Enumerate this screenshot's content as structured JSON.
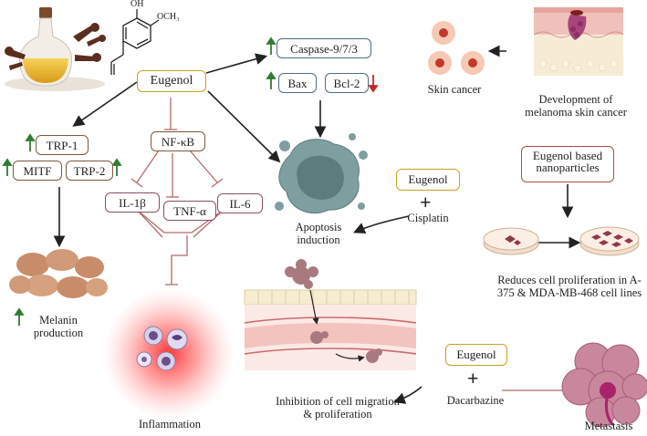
{
  "nodes": {
    "eugenol_center": "Eugenol",
    "caspase": "Caspase-9/7/3",
    "bax": "Bax",
    "bcl2": "Bcl-2",
    "nfkb": "NF-κB",
    "il1b": "IL-1β",
    "tnfa": "TNF-α",
    "il6": "IL-6",
    "trp1": "TRP-1",
    "mitf": "MITF",
    "trp2": "TRP-2",
    "eugenol_cisplatin": "Eugenol",
    "eugenol_dacarbazine": "Eugenol",
    "nanoparticles": "Eugenol based nanoparticles",
    "methoxy": "OCH₃",
    "hydroxyl": "OH"
  },
  "labels": {
    "skin_cancer": "Skin cancer",
    "development": "Development of melanoma skin cancer",
    "apoptosis": "Apoptosis induction",
    "cisplatin": "Cisplatin",
    "reduces_prolif": "Reduces cell proliferation in A-375 & MDA-MB-468 cell lines",
    "melanin": "Melanin production",
    "inflammation": "Inflammation",
    "inhibition": "Inhibition of cell migration & proliferation",
    "dacarbazine": "Dacarbazine",
    "metastasis": "Metastasis"
  },
  "colors": {
    "up_arrow": "#2e7d32",
    "down_arrow": "#c62828",
    "inhibit_line": "#b56a6a",
    "arrow": "#222222",
    "eugenol_border": "#c9a21f",
    "inflammation_glow": "#ff3b3b",
    "skin_pink": "#e9b9b3",
    "tumor_purple": "#a8457a",
    "cell_gray": "#7f9ea0"
  },
  "icons": [
    "clove-oil-icon",
    "eugenol-structure-icon",
    "apoptotic-cell-icon",
    "skin-cross-section-icon",
    "skin-cancer-cells-icon",
    "petri-dish-icon",
    "melanin-cells-icon",
    "immune-cells-icon",
    "blood-vessel-icon",
    "metastasis-icon"
  ]
}
